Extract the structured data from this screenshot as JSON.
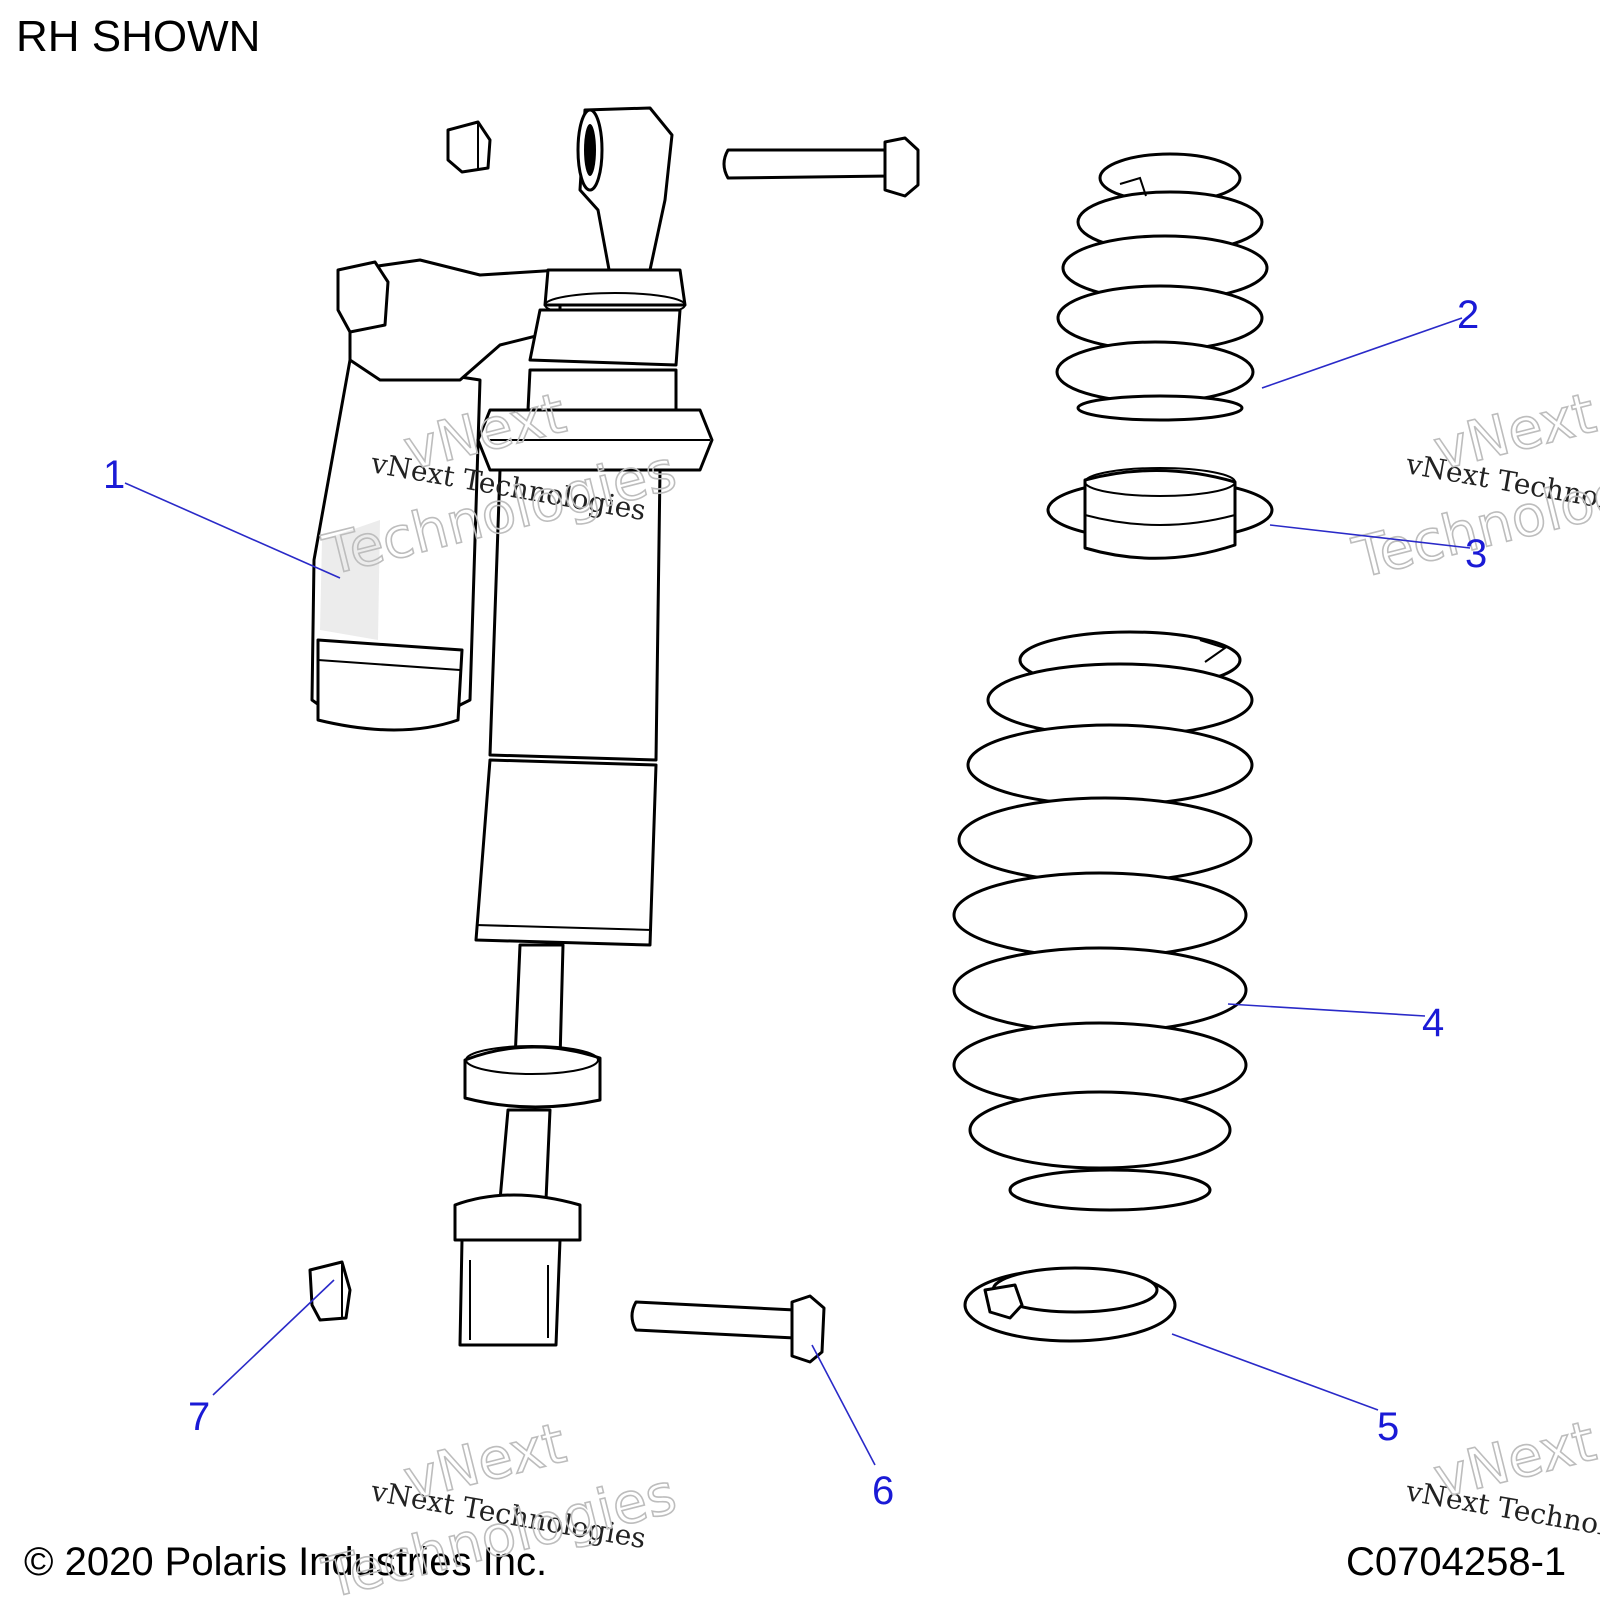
{
  "header": {
    "view_label": "RH SHOWN"
  },
  "footer": {
    "copyright": "© 2020 Polaris Industries Inc.",
    "figure_id": "C0704258-1"
  },
  "callouts": [
    {
      "id": "callout-1",
      "label": "1",
      "part": "shock-absorber"
    },
    {
      "id": "callout-2",
      "label": "2",
      "part": "upper-spring"
    },
    {
      "id": "callout-3",
      "label": "3",
      "part": "spring-spacer"
    },
    {
      "id": "callout-4",
      "label": "4",
      "part": "main-spring"
    },
    {
      "id": "callout-5",
      "label": "5",
      "part": "spring-seat"
    },
    {
      "id": "callout-6",
      "label": "6",
      "part": "lower-bolt"
    },
    {
      "id": "callout-7",
      "label": "7",
      "part": "flange-nut"
    }
  ],
  "watermark": {
    "line1": "vNext Technologies",
    "big1": "vNext",
    "big2": "Technologies"
  }
}
